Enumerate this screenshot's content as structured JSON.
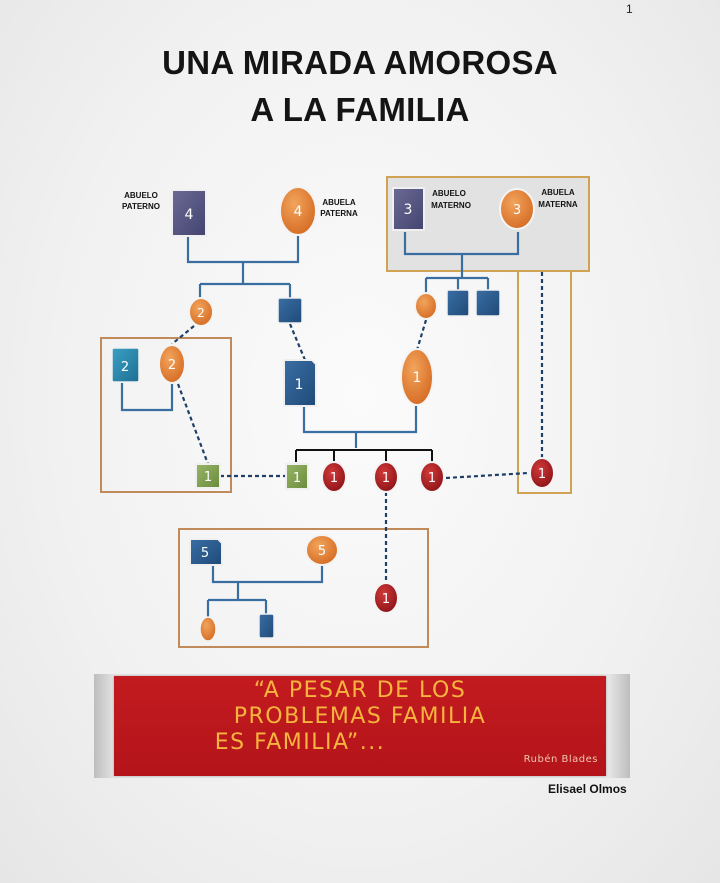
{
  "page_number": "1",
  "title": {
    "line1": "UNA MIRADA AMOROSA",
    "line2": "A LA FAMILIA"
  },
  "labels": {
    "abuelo_paterno": [
      "ABUELO",
      "PATERNO"
    ],
    "abuela_paterna": [
      "ABUELA",
      "PATERNA"
    ],
    "abuelo_materno": [
      "ABUELO",
      "MATERNO"
    ],
    "abuela_materna": [
      "ABUELA",
      "MATERNA"
    ]
  },
  "nodes": {
    "abuelo_paterno": "4",
    "abuela_paterna": "4",
    "abuelo_materno": "3",
    "abuela_materna": "3",
    "aunt_paternal": "2",
    "uncle_box": "2",
    "aunt_box": "2",
    "father": "1",
    "mother": "1",
    "cousin_left": "1",
    "son": "1",
    "daughter_1": "1",
    "daughter_2": "1",
    "daughter_3": "1",
    "cousin_right": "1",
    "spouse_5_male": "5",
    "spouse_5_female": "5",
    "daughter_spouse": "1"
  },
  "quote": {
    "line1": "“A PESAR DE LOS",
    "line2": "PROBLEMAS FAMILIA",
    "line3": "ES FAMILIA”...",
    "author": "Rubén Blades"
  },
  "author": "Elisael Olmos",
  "colors": {
    "male": "#2d5c8e",
    "female": "#e07f33",
    "child_female": "#b0262a",
    "child_male": "#7d9a4c",
    "box_border": "#c9955a",
    "line": "#3b6ea0"
  }
}
